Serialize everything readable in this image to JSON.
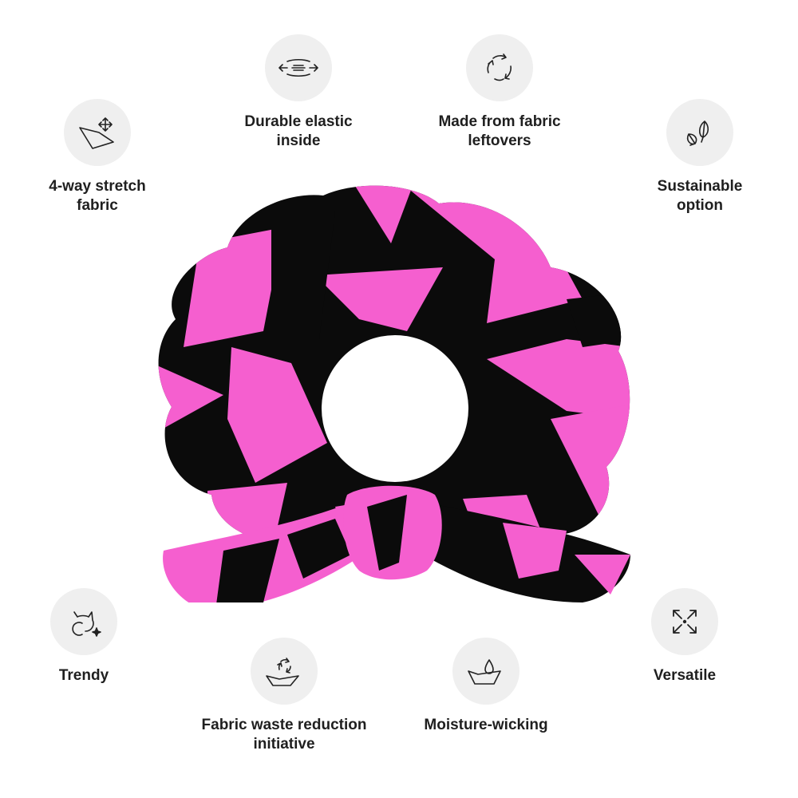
{
  "colors": {
    "fabric_pink": "#f55fcf",
    "fabric_black": "#0b0b0b",
    "icon_bg": "#efefef",
    "text": "#1f1f1f"
  },
  "product": {
    "name": "scrunchie",
    "pattern": "pink-and-black-geometric"
  },
  "features": [
    {
      "id": "stretch",
      "label": "4-way stretch\nfabric",
      "icon": "stretch-arrows-icon"
    },
    {
      "id": "elastic",
      "label": "Durable elastic\ninside",
      "icon": "elastic-band-icon"
    },
    {
      "id": "leftovers",
      "label": "Made from fabric\nleftovers",
      "icon": "recycle-arrows-icon"
    },
    {
      "id": "sustainable",
      "label": "Sustainable\noption",
      "icon": "leaves-icon"
    },
    {
      "id": "trendy",
      "label": "Trendy",
      "icon": "cat-sparkle-icon"
    },
    {
      "id": "waste",
      "label": "Fabric waste reduction\ninitiative",
      "icon": "fabric-recycle-icon"
    },
    {
      "id": "moisture",
      "label": "Moisture-wicking",
      "icon": "water-drop-fabric-icon"
    },
    {
      "id": "versatile",
      "label": "Versatile",
      "icon": "expand-arrows-icon"
    }
  ]
}
